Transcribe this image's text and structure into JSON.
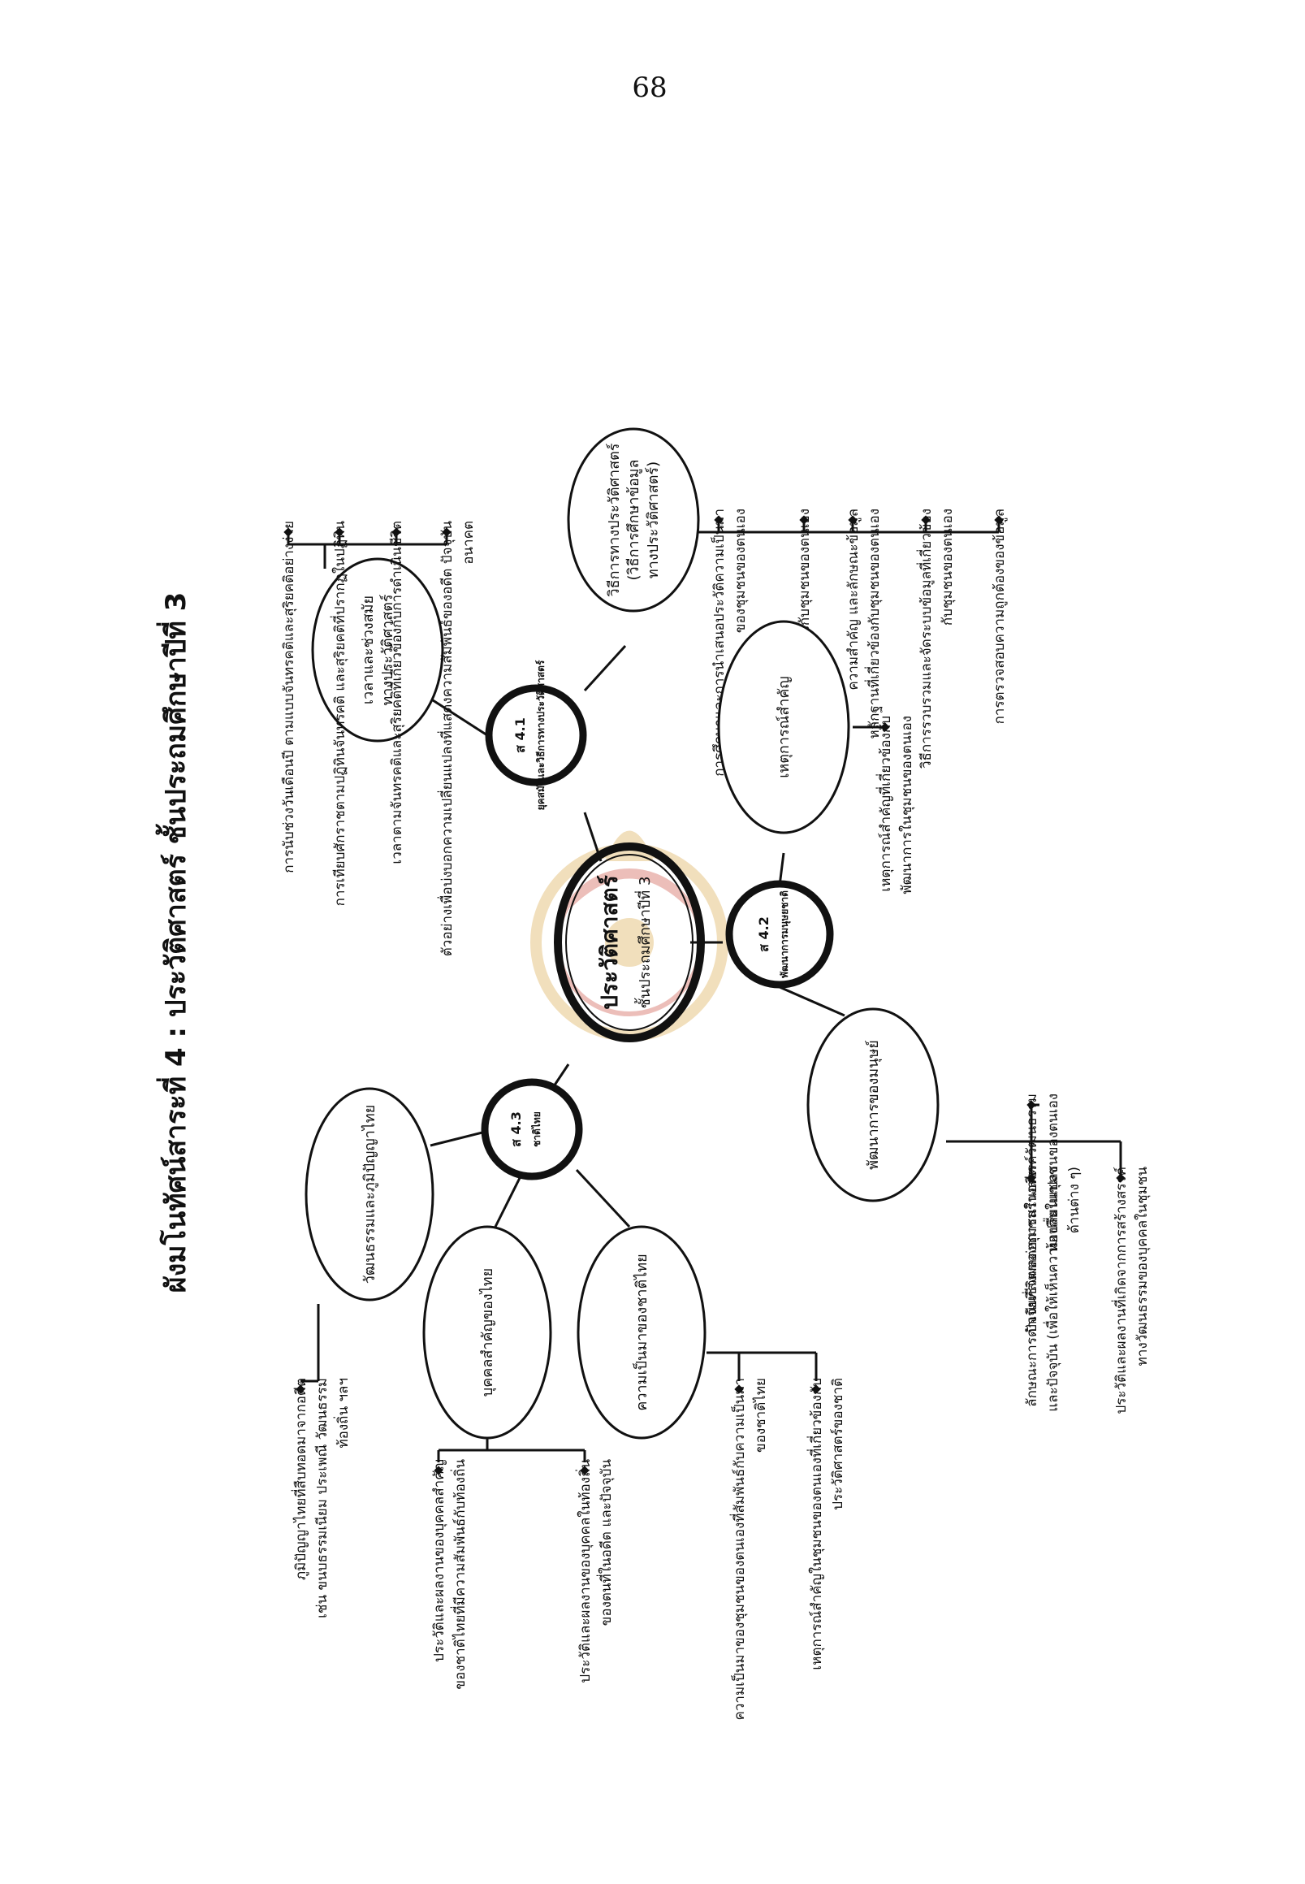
{
  "page_number": "68",
  "title": "ผังมโนทัศน์สาระที่  4  : ประวัติศาสตร์ ชั้นประถมศึกษาปีที่ 3",
  "center": {
    "title": "ประวัติศาสตร์",
    "subtitle": "ชั้นประถมศึกษาปีที่ 3"
  },
  "standards": [
    {
      "code": "ส 4.1",
      "name": "ยุคสมัยและวิธีการทางประวัติศาสตร์"
    },
    {
      "code": "ส 4.2",
      "name": "พัฒนาการมนุษยชาติ"
    },
    {
      "code": "ส 4.3",
      "name": "ชาติไทย"
    }
  ],
  "topics": [
    {
      "label": [
        "เวลาและช่วงสมัย",
        "ทางประวัติศาสตร์"
      ],
      "bullets": [
        [
          "การนับช่วงวันเดือนปี ตามแบบจันทรคติและสุริยคติอย่างง่าย"
        ],
        [
          "การเทียบศักราชตามปฏิทินจันทรคติ และสุริยคติที่ปรากฏในปฏิทิน"
        ],
        [
          "เวลาตามจันทรคติและสุริยคติที่เกี่ยวข้องกับการดำเนินชีวิต"
        ],
        [
          "ตัวอย่างเพื่อบ่งบอกความเปลี่ยนแปลงที่แสดงความสัมพันธ์ของอดีต ปัจจุบัน",
          "อนาคต"
        ]
      ]
    },
    {
      "label": [
        "วิธีการทางประวัติศาสตร์",
        "(วิธีการศึกษาข้อมูล",
        "ทางประวัติศาสตร์)"
      ],
      "bullets": [
        [
          "การศึกษาและการนำเสนอประวัติความเป็นมา",
          "ของชุมชนของตนเอง"
        ],
        [
          "แหล่งข้อมูลที่เกี่ยวข้องกับชุมชนของตนเอง"
        ],
        [
          "ความสำคัญ และลักษณะข้อมูล",
          "หลักฐานที่เกี่ยวข้องกับชุมชนของตนเอง"
        ],
        [
          "วิธีการรวบรวมและจัดระบบข้อมูลที่เกี่ยวข้อง",
          "กับชุมชนของตนเอง"
        ],
        [
          "การตรวจสอบความถูกต้องของข้อมูล"
        ]
      ]
    },
    {
      "label": [
        "เหตุการณ์สำคัญ"
      ],
      "bullets": [
        [
          "เหตุการณ์สำคัญที่เกี่ยวข้องกับ",
          "พัฒนาการในชุมชนของตนเอง"
        ]
      ]
    },
    {
      "label": [
        "พัฒนาการของมนุษย์"
      ],
      "bullets": [
        [
          "ปัจจัยที่ส่งผลต่อการสร้างสรรค์วัฒนธรรม",
          "ท้องถิ่นในชุมชนของตนเอง"
        ],
        [
          "ลักษณะการดำเนินชีวิตของชุมชนในอดีต",
          "และปัจจุบัน (เพื่อให้เห็นความเปลี่ยนแปลง",
          "ด้านต่าง ๆ)"
        ],
        [
          "ประวัติและผลงานที่เกิดจากการสร้างสรรค์",
          "ทางวัฒนธรรมของบุคคลในชุมชน"
        ]
      ]
    },
    {
      "label": [
        "วัฒนธรรมและภูมิปัญญาไทย"
      ],
      "bullets": [
        [
          "ภูมิปัญญาไทยที่สืบทอดมาจากอดีต",
          "เช่น ขนบธรรมเนียม ประเพณี วัฒนธรรม",
          "ท้องถิ่น ฯลฯ"
        ]
      ]
    },
    {
      "label": [
        "บุคคลสำคัญของไทย"
      ],
      "bullets": [
        [
          "ประวัติและผลงานของบุคคลสำคัญ",
          "ของชาติไทยที่มีความสัมพันธ์กับท้องถิ่น"
        ],
        [
          "ประวัติและผลงานของบุคคลในท้องถิ่น",
          "ของตนที่ในอดีต และปัจจุบัน"
        ]
      ]
    },
    {
      "label": [
        "ความเป็นมาของชาติไทย"
      ],
      "bullets": [
        [
          "ความเป็นมาของชุมชนของตนเองที่สัมพันธ์กับความเป็นมา",
          "ของชาติไทย"
        ],
        [
          "เหตุการณ์สำคัญในชุมชนของตนเองที่เกี่ยวข้องกับ",
          "ประวัติศาสตร์ของชาติ"
        ]
      ]
    }
  ],
  "watermark": "สำนักงานคณะกรรมการการศึกษาขั้นพื้นฐาน",
  "colors": {
    "ink": "#111111",
    "paper": "#ffffff",
    "seal": "#d9a441",
    "seal_red": "#c9473a"
  }
}
